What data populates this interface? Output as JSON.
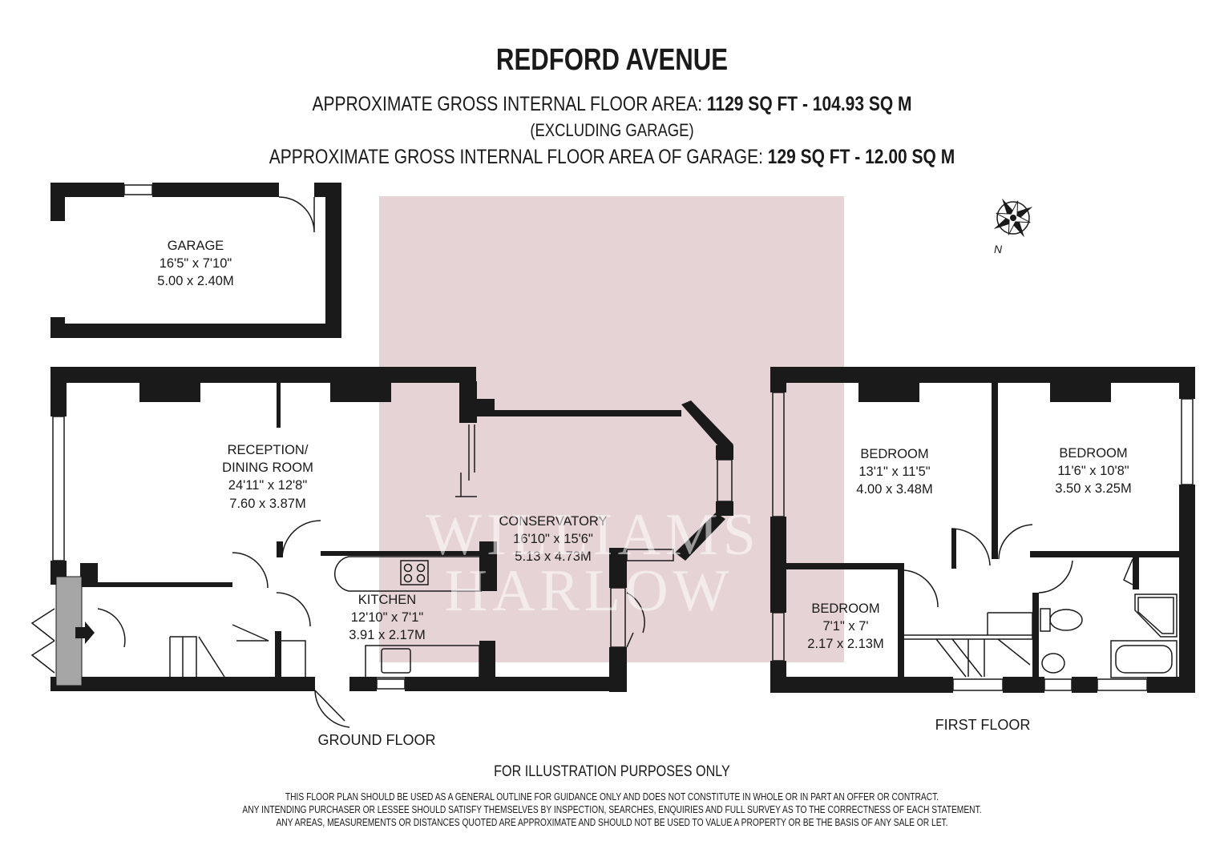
{
  "header": {
    "title": "REDFORD AVENUE",
    "area_label": "APPROXIMATE GROSS INTERNAL FLOOR AREA:",
    "area_value": "1129 SQ FT  -  104.93 SQ M",
    "area_note": "(EXCLUDING GARAGE)",
    "garage_area_label": "APPROXIMATE GROSS INTERNAL FLOOR AREA OF GARAGE:",
    "garage_area_value": "129 SQ FT  -  12.00 SQ M"
  },
  "rooms": {
    "garage": {
      "name": "GARAGE",
      "imperial": "16'5\" x 7'10\"",
      "metric": "5.00 x 2.40M"
    },
    "reception": {
      "name_line1": "RECEPTION/",
      "name_line2": "DINING ROOM",
      "imperial": "24'11\" x 12'8\"",
      "metric": "7.60 x 3.87M"
    },
    "conservatory": {
      "name": "CONSERVATORY",
      "imperial": "16'10\" x 15'6\"",
      "metric": "5.13 x 4.73M"
    },
    "kitchen": {
      "name": "KITCHEN",
      "imperial": "12'10\" x 7'1\"",
      "metric": "3.91 x 2.17M"
    },
    "bedroom1": {
      "name": "BEDROOM",
      "imperial": "13'1\" x 11'5\"",
      "metric": "4.00 x 3.48M"
    },
    "bedroom2": {
      "name": "BEDROOM",
      "imperial": "11'6\" x 10'8\"",
      "metric": "3.50 x 3.25M"
    },
    "bedroom3": {
      "name": "BEDROOM",
      "imperial": "7'1\" x 7'",
      "metric": "2.17 x 2.13M"
    }
  },
  "floors": {
    "ground": "GROUND FLOOR",
    "first": "FIRST FLOOR"
  },
  "compass": {
    "north_label": "N"
  },
  "watermark": {
    "line1": "WILLIAMS",
    "line2": "HARLOW"
  },
  "colors": {
    "wall": "#1a1a1a",
    "watermark_block": "#e6d3d6",
    "entrance": "#a6a6a6"
  },
  "footer": {
    "illustration": "FOR ILLUSTRATION PURPOSES ONLY",
    "disclaimer_1": "THIS FLOOR PLAN SHOULD BE USED AS A GENERAL OUTLINE FOR GUIDANCE ONLY AND DOES NOT CONSTITUTE IN WHOLE OR IN PART AN OFFER OR CONTRACT.",
    "disclaimer_2": "ANY INTENDING PURCHASER OR LESSEE SHOULD SATISFY THEMSELVES BY INSPECTION, SEARCHES, ENQUIRIES AND FULL SURVEY AS TO THE CORRECTNESS OF EACH STATEMENT.",
    "disclaimer_3": "ANY AREAS, MEASUREMENTS OR DISTANCES QUOTED ARE APPROXIMATE AND SHOULD NOT BE USED TO VALUE A PROPERTY OR BE THE BASIS OF ANY SALE OR LET."
  }
}
